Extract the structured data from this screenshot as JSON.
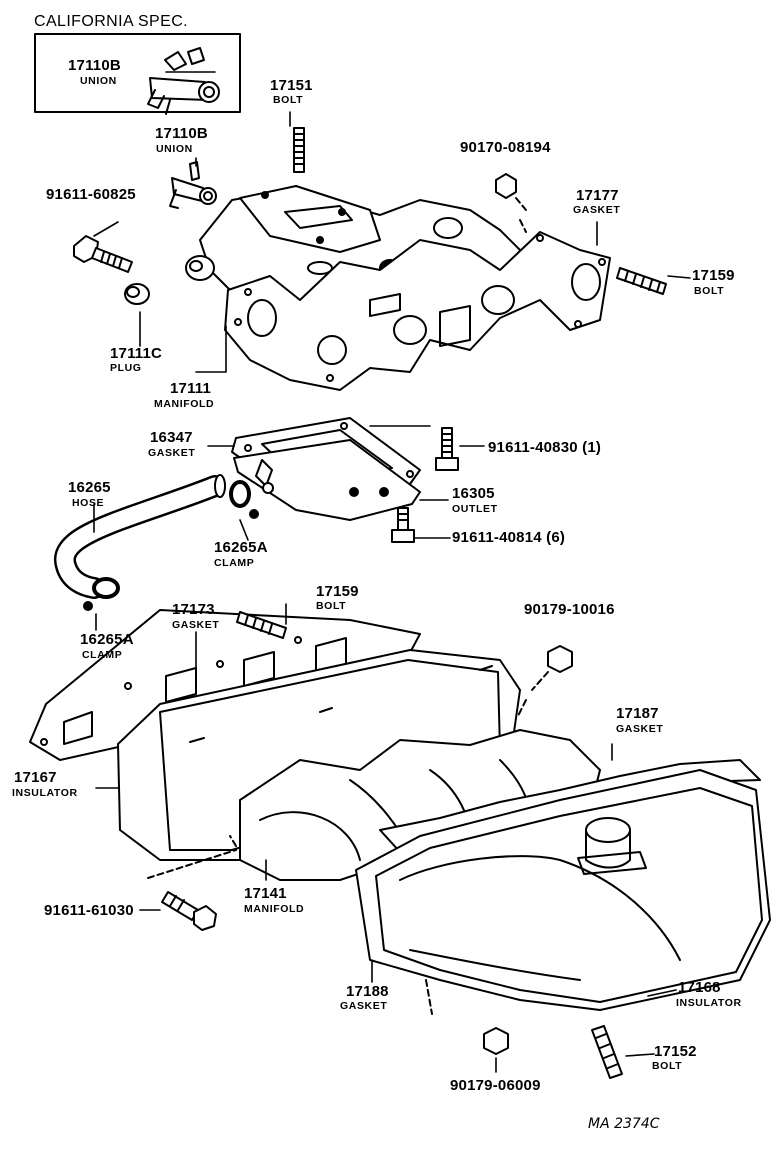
{
  "header": {
    "title": "CALIFORNIA SPEC."
  },
  "footer": {
    "code": "MA 2374C"
  },
  "parts": [
    {
      "number": "17110B",
      "name": "UNION"
    },
    {
      "number": "17151",
      "name": "BOLT"
    },
    {
      "number": "17110B",
      "name": "UNION"
    },
    {
      "number": "90170-08194",
      "name": ""
    },
    {
      "number": "91611-60825",
      "name": ""
    },
    {
      "number": "17177",
      "name": "GASKET"
    },
    {
      "number": "17159",
      "name": "BOLT"
    },
    {
      "number": "17111C",
      "name": "PLUG"
    },
    {
      "number": "17111",
      "name": "MANIFOLD"
    },
    {
      "number": "16347",
      "name": "GASKET"
    },
    {
      "number": "91611-40830 (1)",
      "name": ""
    },
    {
      "number": "16265",
      "name": "HOSE"
    },
    {
      "number": "16305",
      "name": "OUTLET"
    },
    {
      "number": "91611-40814 (6)",
      "name": ""
    },
    {
      "number": "16265A",
      "name": "CLAMP"
    },
    {
      "number": "17159",
      "name": "BOLT"
    },
    {
      "number": "17173",
      "name": "GASKET"
    },
    {
      "number": "90179-10016",
      "name": ""
    },
    {
      "number": "16265A",
      "name": "CLAMP"
    },
    {
      "number": "17187",
      "name": "GASKET"
    },
    {
      "number": "17167",
      "name": "INSULATOR"
    },
    {
      "number": "91611-61030",
      "name": ""
    },
    {
      "number": "17141",
      "name": "MANIFOLD"
    },
    {
      "number": "17188",
      "name": "GASKET"
    },
    {
      "number": "17168",
      "name": "INSULATOR"
    },
    {
      "number": "17152",
      "name": "BOLT"
    },
    {
      "number": "90179-06009",
      "name": ""
    }
  ]
}
